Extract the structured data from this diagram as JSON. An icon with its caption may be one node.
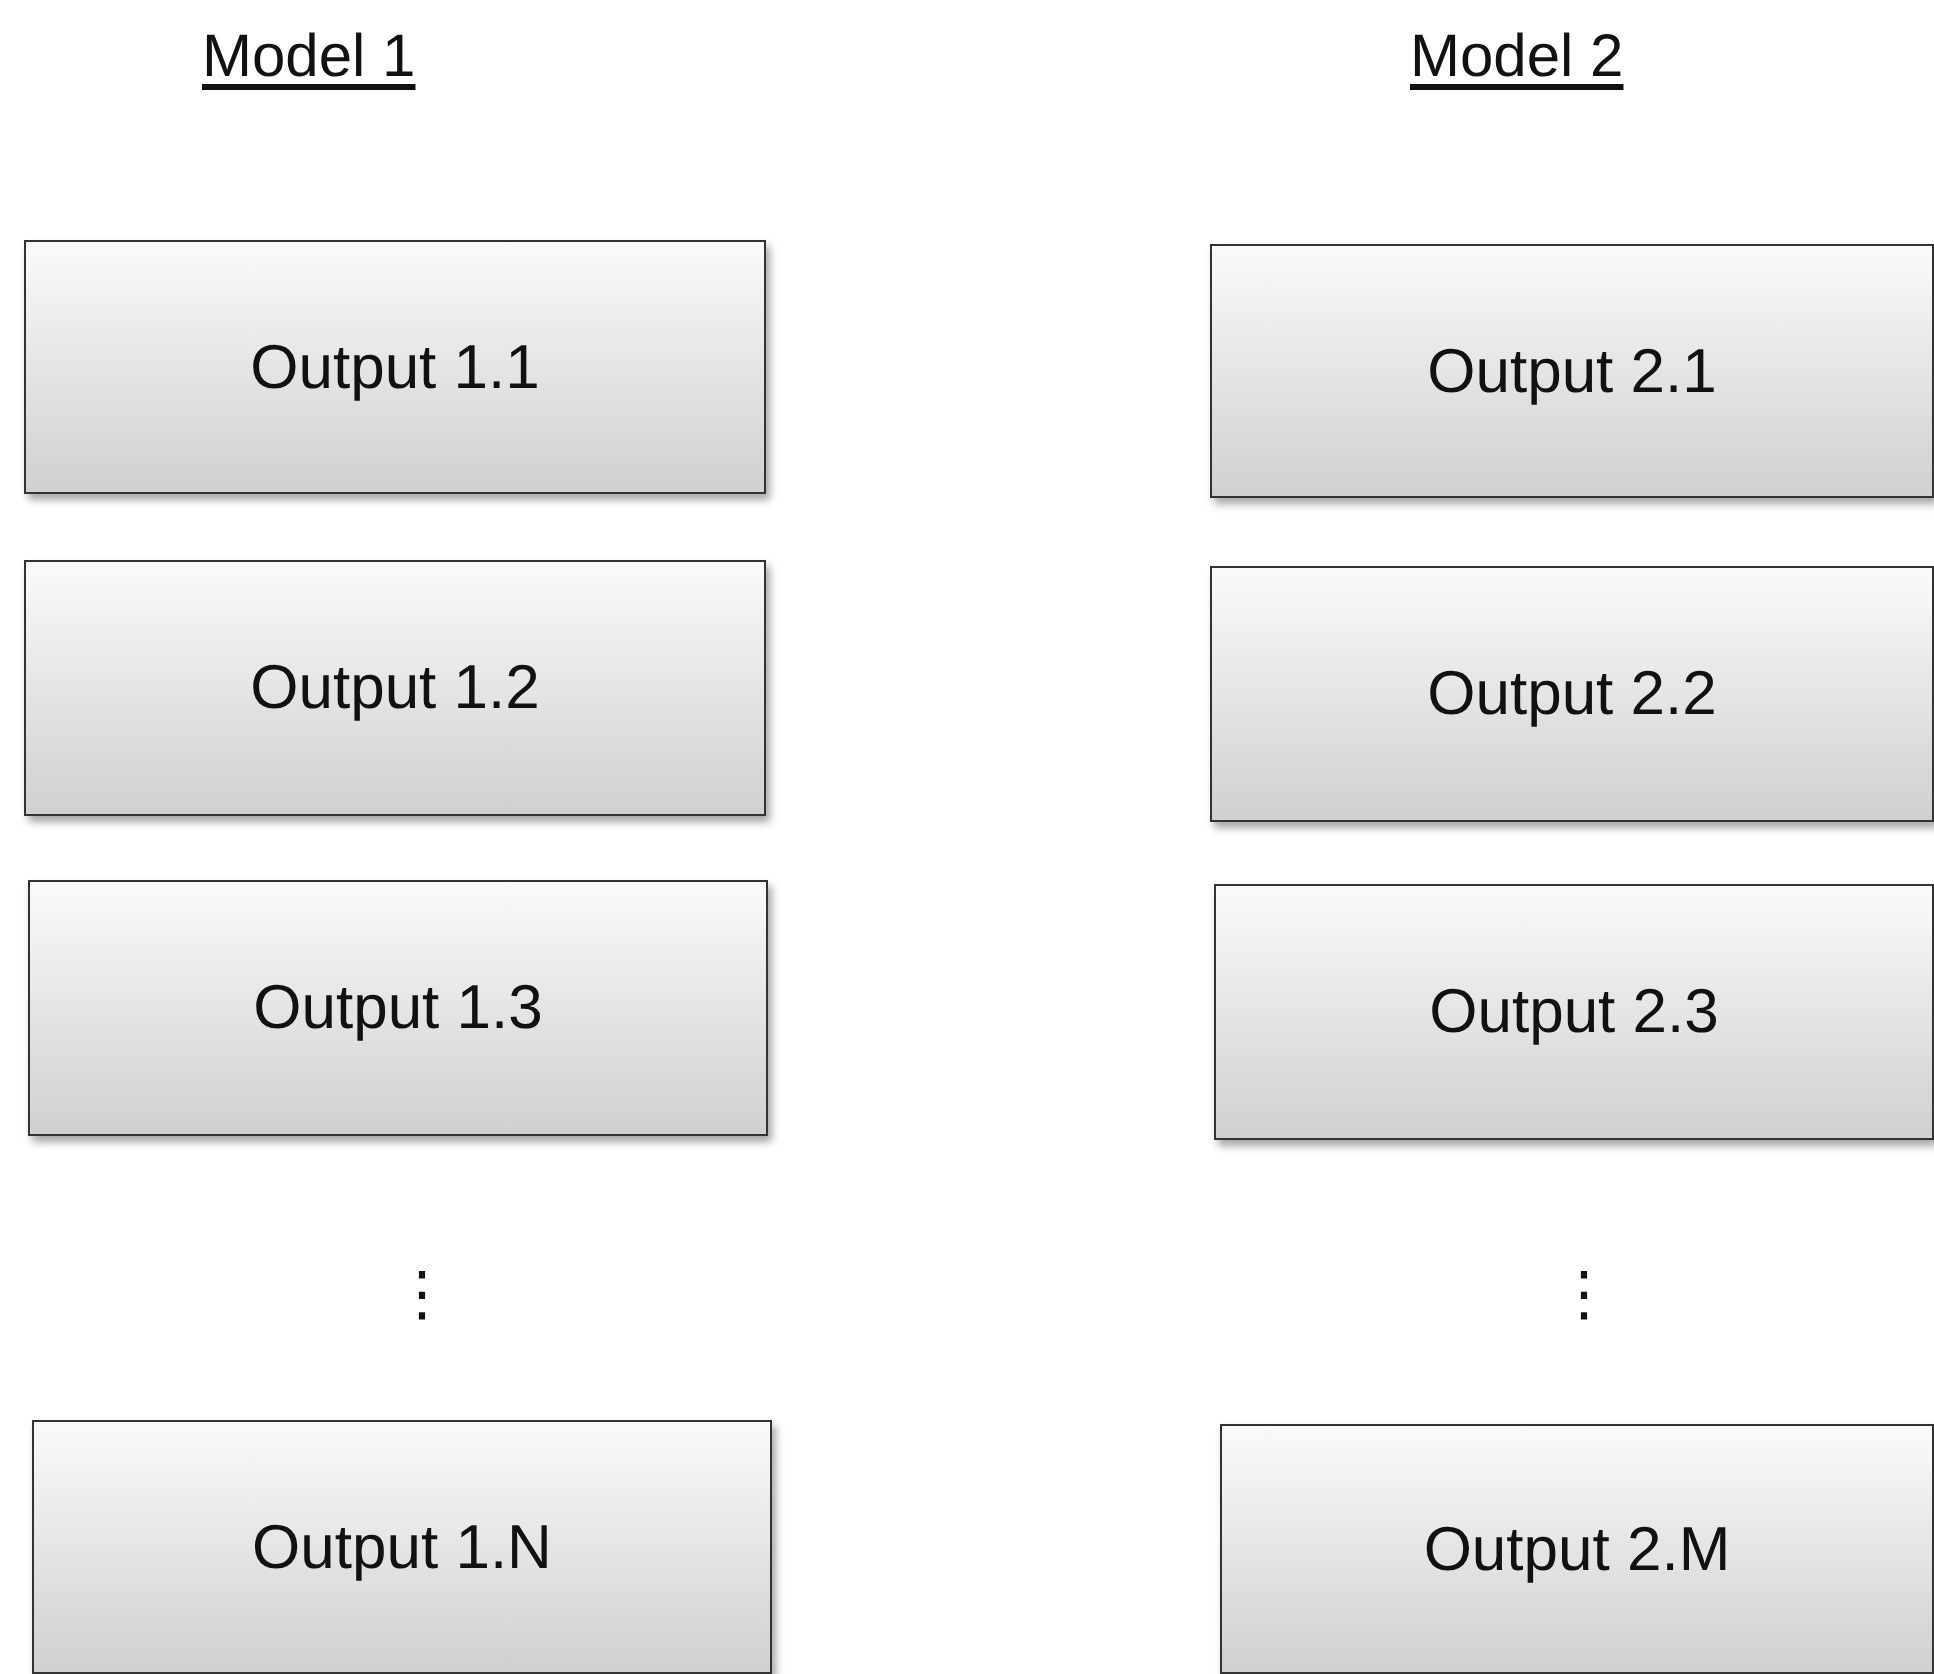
{
  "diagram": {
    "nodes": [
      {
        "text": [
          "Output 1.1"
        ]
      },
      {
        "text": [
          "Output 1.2"
        ]
      },
      {
        "text": [
          "Output 1.3"
        ]
      },
      {
        "text": [
          "Output 1.N"
        ]
      },
      {
        "text": [
          "Output 2.1"
        ]
      },
      {
        "text": [
          "Output 2.2"
        ]
      },
      {
        "text": [
          "Output 2.3"
        ]
      },
      {
        "text": [
          "Output 2.M"
        ]
      }
    ],
    "labels": [
      "Model 1",
      "Model 2",
      "⋮",
      "⋮"
    ]
  }
}
